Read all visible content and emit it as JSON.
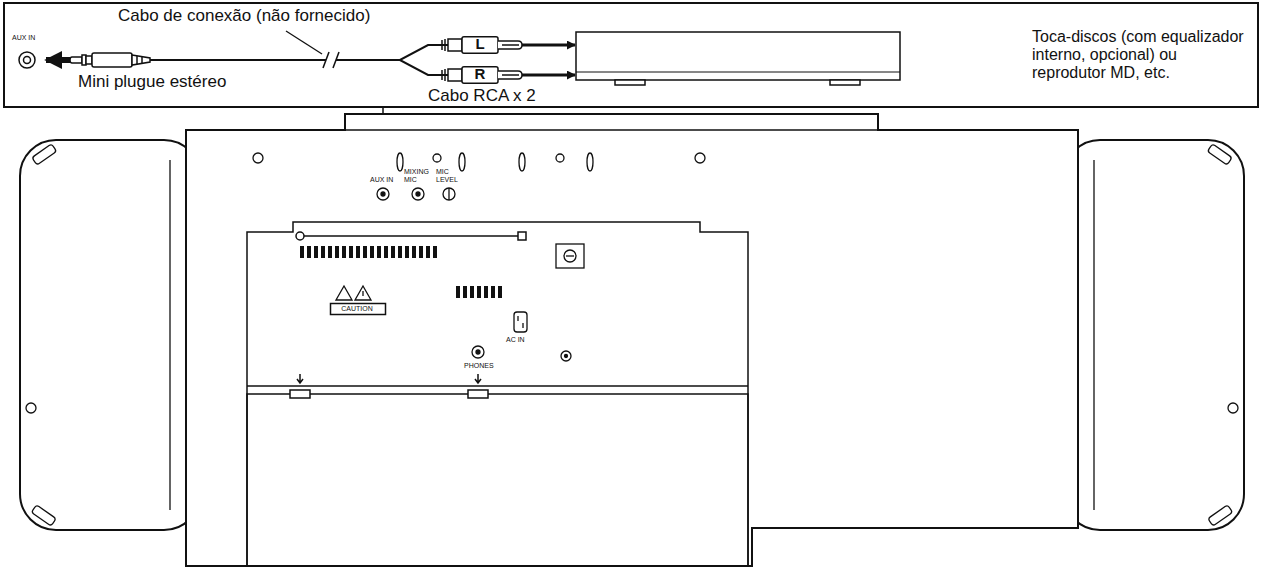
{
  "diagram": {
    "nodes": [
      {
        "text": [
          "AUX IN"
        ]
      },
      {
        "text": [
          "Mini plugue estéreo"
        ]
      },
      {
        "text": [
          "L"
        ]
      },
      {
        "text": [
          "R"
        ]
      },
      {
        "text": [
          "Toca-discos (com equalizador interno, opcional) ou reprodutor MD, etc."
        ]
      },
      {
        "text": [
          "CAUTION"
        ]
      }
    ],
    "edges": [
      {
        "from": 1,
        "to": 0,
        "arrow": "to"
      },
      {
        "from": 1,
        "to": 2,
        "arrow": "none"
      },
      {
        "from": 1,
        "to": 3,
        "arrow": "none"
      },
      {
        "from": 2,
        "to": 4,
        "arrow": "to"
      },
      {
        "from": 3,
        "to": 4,
        "arrow": "to"
      }
    ],
    "labels": [
      "Cabo de conexão (não fornecido)",
      "Cabo RCA x 2",
      "AUX IN",
      "MIXING MIC",
      "MIC LEVEL",
      "PHONES",
      "AC IN"
    ]
  }
}
